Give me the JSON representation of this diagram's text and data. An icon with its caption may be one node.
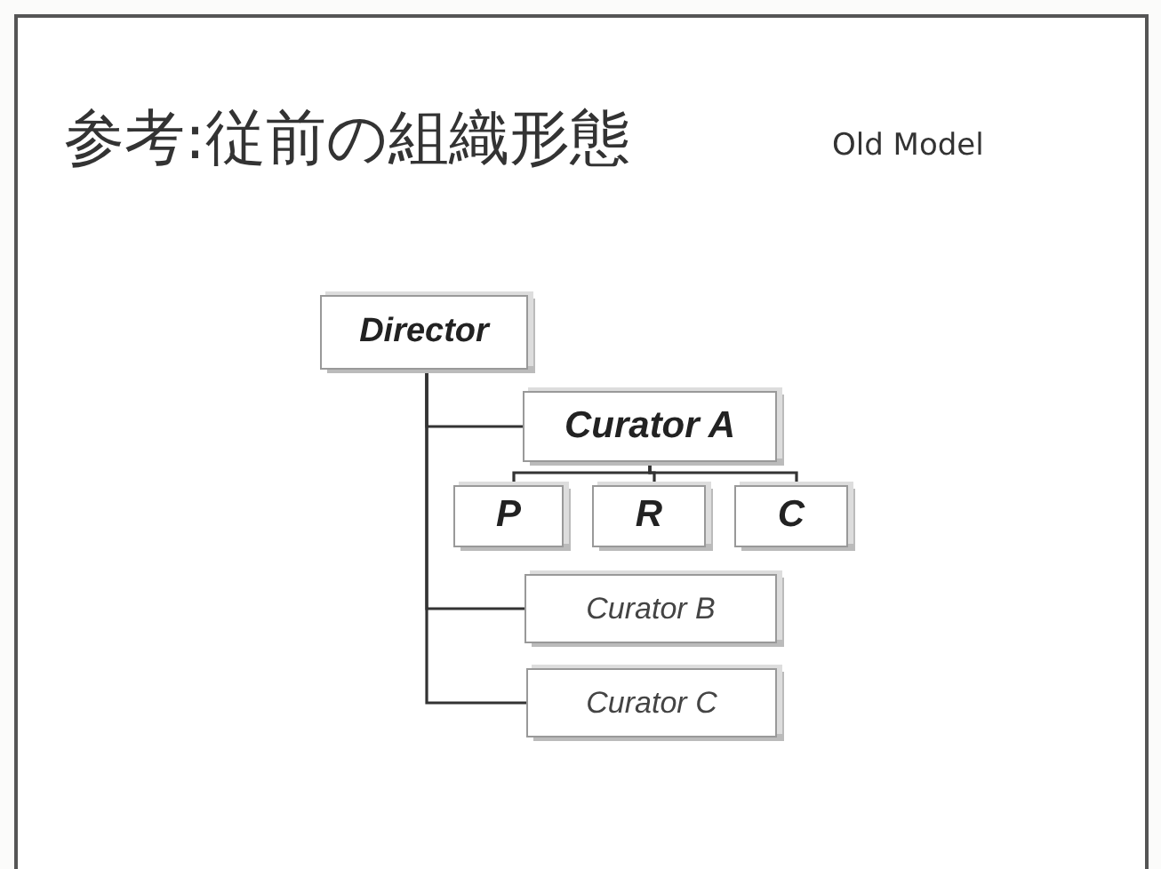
{
  "diagram": {
    "title": "参考:従前の組織形態",
    "nodes": [
      {
        "text": [
          "Director"
        ]
      },
      {
        "text": [
          "Curator A"
        ]
      },
      {
        "text": [
          "P"
        ]
      },
      {
        "text": [
          "R"
        ]
      },
      {
        "text": [
          "C"
        ]
      },
      {
        "text": [
          "Curator B"
        ]
      },
      {
        "text": [
          "Curator C"
        ]
      }
    ],
    "edges": [
      {
        "from": 0,
        "to": 1,
        "arrow": "none"
      },
      {
        "from": 1,
        "to": 2,
        "arrow": "none"
      },
      {
        "from": 1,
        "to": 3,
        "arrow": "none"
      },
      {
        "from": 1,
        "to": 4,
        "arrow": "none"
      },
      {
        "from": 0,
        "to": 5,
        "arrow": "none"
      },
      {
        "from": 0,
        "to": 6,
        "arrow": "none"
      }
    ],
    "labels": [
      "Old Model"
    ]
  }
}
